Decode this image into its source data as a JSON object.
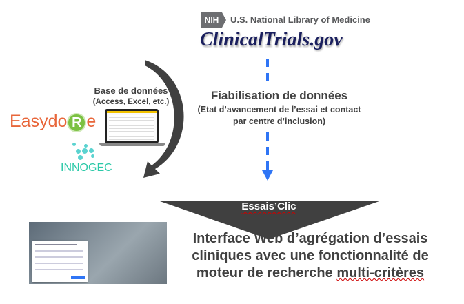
{
  "nih": {
    "badge": "NIH",
    "org": "U.S. National Library of Medicine",
    "site": "ClinicalTrials.gov"
  },
  "database": {
    "title": "Base de données",
    "subtitle": "(Access, Excel, etc.)"
  },
  "logos": {
    "easydore": "EasydoRe",
    "innogec": "INNOGEC"
  },
  "process": {
    "title": "Fiabilisation de données",
    "subtitle_line1": "(Etat d’avancement de l’essai et contact",
    "subtitle_line2": "par centre d’inclusion)"
  },
  "product": {
    "name": "Essais’Clic",
    "desc_line1": "Interface Web d’agrégation d’essais",
    "desc_line2": "cliniques avec une fonctionnalité de",
    "desc_line3_a": "moteur de recherche ",
    "desc_line3_b": "multi-critères"
  },
  "colors": {
    "arrow": "#404040",
    "dashed": "#2f75f5"
  }
}
